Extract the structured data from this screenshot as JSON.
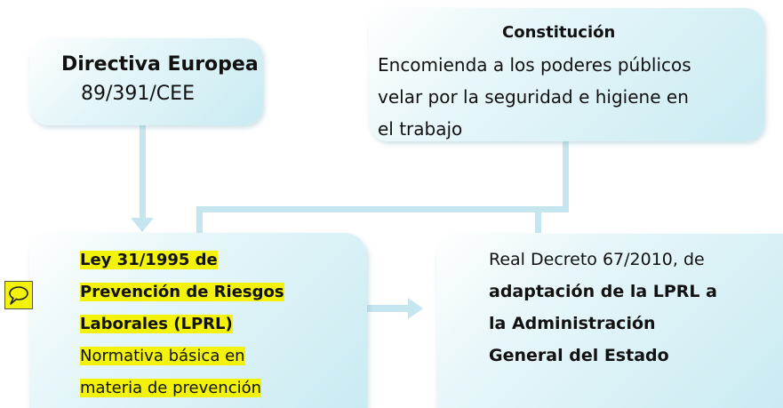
{
  "directiva": {
    "title": "Directiva Europea",
    "code": "89/391/CEE"
  },
  "constitucion": {
    "title": "Constitución",
    "lines": [
      "Encomienda a los poderes públicos",
      "velar por la seguridad e higiene en",
      "el trabajo"
    ]
  },
  "ley": {
    "bold_lines": [
      "Ley 31/1995 de",
      "Prevención de Riesgos",
      "Laborales (LPRL)"
    ],
    "normal_lines": [
      "Normativa básica en",
      "materia de prevención"
    ]
  },
  "real_decreto": {
    "first_line": "Real Decreto 67/2010, de",
    "bold_lines": [
      "adaptación de la LPRL a",
      "la Administración",
      "General del Estado"
    ]
  },
  "colors": {
    "connector": "#c6e6ef",
    "highlight": "#f2f20a",
    "box_fill": "#c9ebf2"
  },
  "icons": {
    "comment": "speech-bubble-icon"
  }
}
